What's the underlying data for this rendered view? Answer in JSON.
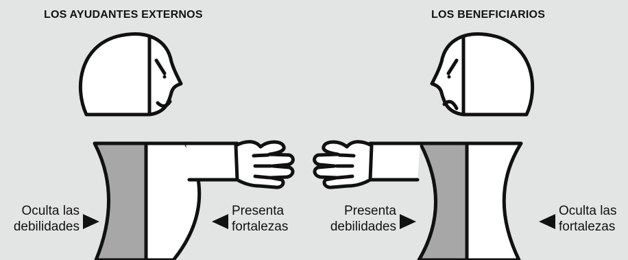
{
  "titles": {
    "left": "LOS AYUDANTES EXTERNOS",
    "right": "LOS BENEFICIARIOS"
  },
  "labels": {
    "left_hides": {
      "line1": "Oculta las",
      "line2": "debilidades"
    },
    "left_shows": {
      "line1": "Presenta",
      "line2": "fortalezas"
    },
    "right_shows": {
      "line1": "Presenta",
      "line2": "debilidades"
    },
    "right_hides": {
      "line1": "Oculta las",
      "line2": "fortalezas"
    }
  },
  "colors": {
    "background": "#e3e4e4",
    "body_fill": "#ffffff",
    "hidden_side": "#a7a7a7",
    "ink": "#111111"
  }
}
